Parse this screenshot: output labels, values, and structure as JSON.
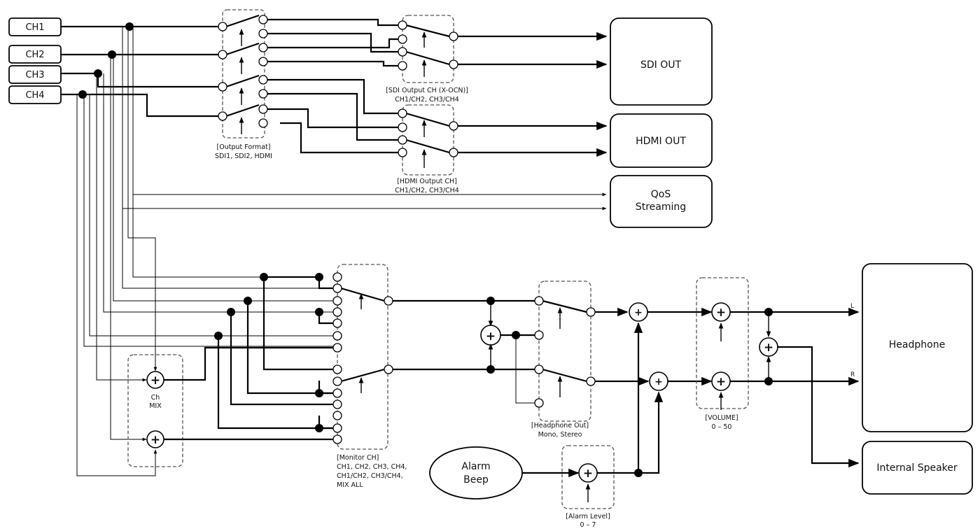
{
  "inputs": [
    "CH1",
    "CH2",
    "CH3",
    "CH4"
  ],
  "outputs": {
    "sdi": "SDI OUT",
    "hdmi": "HDMI OUT",
    "qos_line1": "QoS",
    "qos_line2": "Streaming",
    "headphone": "Headphone",
    "speaker": "Internal Speaker"
  },
  "alarm": {
    "line1": "Alarm",
    "line2": "Beep"
  },
  "captions": {
    "output_format": [
      "[Output Format]",
      "SDI1, SDI2, HDMI"
    ],
    "sdi_output_ch": [
      "[SDI Output CH (X-OCN)]",
      "CH1/CH2, CH3/CH4"
    ],
    "hdmi_output_ch": [
      "[HDMI Output CH]",
      "CH1/CH2, CH3/CH4"
    ],
    "ch_mix": [
      "Ch",
      "MIX"
    ],
    "monitor_ch": [
      "[Monitor CH]",
      "CH1, CH2, CH3, CH4,",
      "CH1/CH2, CH3/CH4,",
      "MIX ALL"
    ],
    "headphone_out": [
      "[Headphone Out]",
      "Mono, Stereo"
    ],
    "volume": [
      "[VOLUME]",
      "0 – 50"
    ],
    "alarm_level": [
      "[Alarm Level]",
      "0 – 7"
    ]
  },
  "channel_tags": {
    "left": "L",
    "right": "R"
  },
  "symbols": {
    "sum": "+"
  },
  "icons": [
    "switch-contact-icon",
    "junction-dot-icon",
    "summing-node-icon",
    "arrow-icon"
  ]
}
